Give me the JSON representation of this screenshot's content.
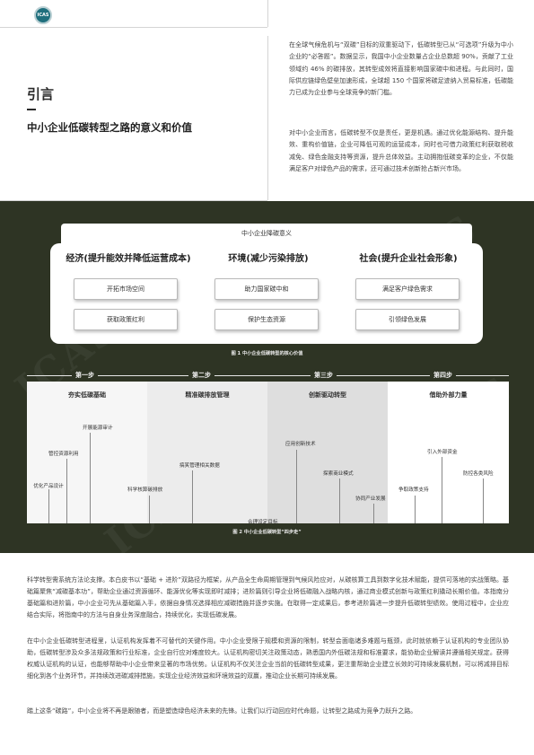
{
  "logo": {
    "text": "ICAS"
  },
  "intro": {
    "title": "引言",
    "subtitle": "中小企业低碳转型之路的意义和价值",
    "paragraphs": [
      "在全球气候危机与“双碳”目标的双重驱动下，低碳转型已从“可选项”升级为中小企业的“必答题”。数据显示，我国中小企业数量占企业总数超 90%，贡献了工业领域约 46% 的碳排放，其转型成效将直接影响国家碳中和进程。与此同时，国际供应链绿色壁垒加速形成，全球超 150 个国家将碳足迹纳入贸易标准，低碳能力已成为企业参与全球竞争的新门槛。",
      "对中小企业而言，低碳转型不仅是责任，更是机遇。通过优化能源结构、提升能效、重构价值链，企业可降低可观的运营成本，同时也可借力政策红利获取税收减免、绿色金融支持等资源，提升总体效益。主动拥抱低碳变革的企业，不仅能满足客户对绿色产品的需求，还可通过技术创新抢占新兴市场。"
    ]
  },
  "figure1": {
    "header": "中小企业降碳意义",
    "columns": [
      {
        "title": "经济(提升能效并降低运营成本)",
        "items": [
          "开拓市场空间",
          "获取政策红利"
        ]
      },
      {
        "title": "环境(减少污染排放)",
        "items": [
          "助力国家碳中和",
          "保护生态资源"
        ]
      },
      {
        "title": "社会(提升企业社会形象)",
        "items": [
          "满足客户绿色需求",
          "引领绿色发展"
        ]
      }
    ],
    "caption": "图 1 中小企业低碳转型的核心价值"
  },
  "figure2": {
    "steps": [
      "第一步",
      "第二步",
      "第三步",
      "第四步"
    ],
    "columns": [
      {
        "title": "夯实低碳基础",
        "labels": [
          "开展能源审计",
          "管控资源利用",
          "优化产品设计"
        ]
      },
      {
        "title": "精准碳排放管理",
        "labels": [
          "搞笑管理相关数据",
          "科学核算碳排放",
          "合理设定目标"
        ]
      },
      {
        "title": "创新驱动转型",
        "labels": [
          "应用创新技术",
          "探索商业模式",
          "协同产业发展"
        ]
      },
      {
        "title": "借助外部力量",
        "labels": [
          "引入外部资金",
          "防控各类风险",
          "争取政策支持"
        ]
      }
    ],
    "caption": "图 2 中小企业低碳转型“四步走”"
  },
  "body": {
    "paragraphs": [
      "科学转型需系统方法论支撑。本白皮书以“基础 + 进阶”双路径为框架，从产品全生命周期管理到气候风险应对，从碳核算工具到数字化技术赋能，提供可落地的实战策略。基础篇聚焦“减碳基本功”，帮助企业通过资源循环、能源优化等实现即时减排；进阶篇则引导企业将低碳融入战略内核，通过商业模式创新与政策红利撬动长期价值。本指南分基础篇和进阶篇，中小企业可先从基础篇入手，依据自身情况选择相应减碳措施并逐步实施。在取得一定成果后，参考进阶篇进一步提升低碳转型绩效。使用过程中，企业应结合实际，将指南中的方法与自身业务深度融合，持续优化，实现低碳发展。",
      "在中小企业低碳转型进程里，认证机构发挥着不可替代的关键作用。中小企业受限于规模和资源的限制，转型会面临诸多难题与瓶颈，此时就依赖于认证机构的专业团队协助，低碳转型涉及众多法规政策和行业标准，企业自行应对难度较大。认证机构密切关注政策动态，熟悉国内外低碳法规和标准要求，能协助企业解读并遵循相关规定。获得权威认证机构的认证，也能够帮助中小企业带来显著的市场优势。认证机构不仅关注企业当前的低碳转型成果，更注重帮助企业建立长效的可持续发展机制，可以将减排目标细化到各个业务环节，并持续改进碳减排措施，实现企业经济效益和环境效益的双赢，推动企业长期可持续发展。",
      "踏上这条“碳路”，中小企业将不再是跟随者，而是塑造绿色经济未来的先锋。让我们以行动回应时代命题，让转型之路成为竞争力跃升之路。"
    ]
  },
  "colors": {
    "band": "#2e3424",
    "logo": "#1f6f7d",
    "chart_shade": "#e3e3e3"
  }
}
